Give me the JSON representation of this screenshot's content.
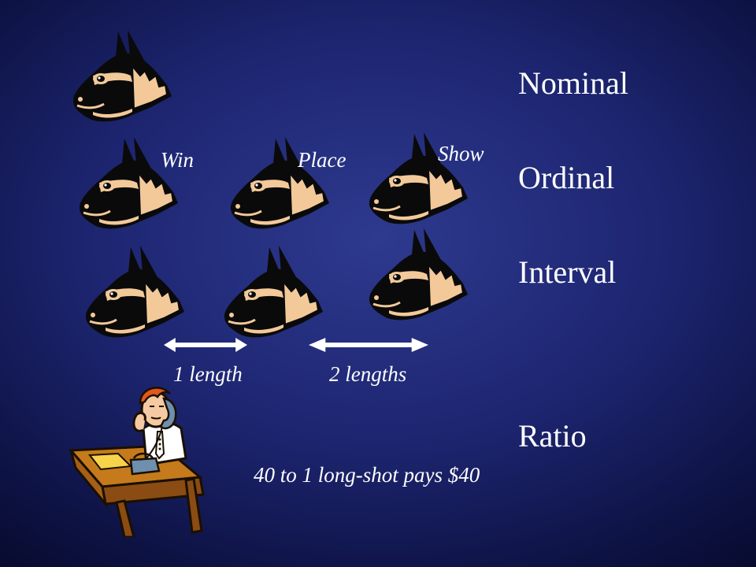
{
  "levels": {
    "nominal": "Nominal",
    "ordinal": "Ordinal",
    "interval": "Interval",
    "ratio": "Ratio"
  },
  "finish_labels": {
    "win": "Win",
    "place": "Place",
    "show": "Show"
  },
  "distance_labels": {
    "one": "1 length",
    "two": "2 lengths"
  },
  "ratio_caption": "40 to 1 long-shot pays $40",
  "icons": {
    "horse": "horse-head-icon",
    "bettor": "bettor-on-phone-clipart"
  },
  "colors": {
    "text": "#ffffff",
    "horse_dark": "#0a0a0a",
    "horse_mane": "#f3c99a",
    "arrow": "#ffffff",
    "background_center": "#2e3a8f",
    "background_edge": "#060826"
  }
}
